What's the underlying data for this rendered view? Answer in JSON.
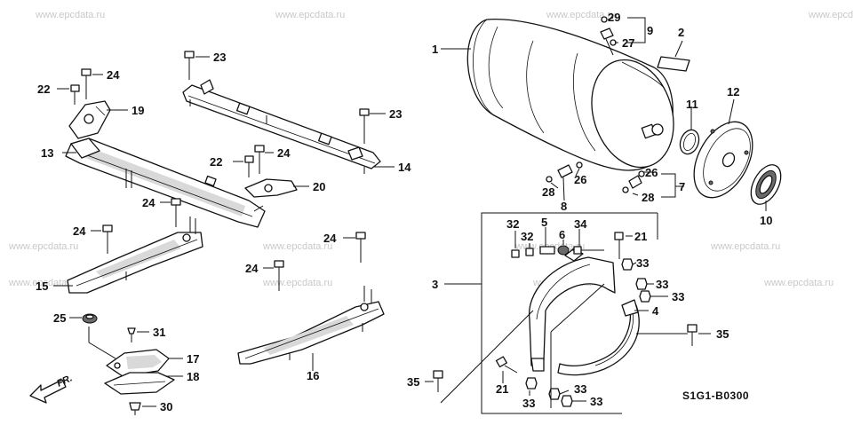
{
  "watermark": "www.epcdata.ru",
  "diagram_code": "S1G1-B0300",
  "direction_label": "FR.",
  "callouts": {
    "c1": "1",
    "c2": "2",
    "c3": "3",
    "c4": "4",
    "c5": "5",
    "c6": "6",
    "c7": "7",
    "c8": "8",
    "c9": "9",
    "c10": "10",
    "c11": "11",
    "c12": "12",
    "c13": "13",
    "c14": "14",
    "c15": "15",
    "c16": "16",
    "c17": "17",
    "c18": "18",
    "c19": "19",
    "c20": "20",
    "c21a": "21",
    "c21b": "21",
    "c22a": "22",
    "c22b": "22",
    "c23a": "23",
    "c23b": "23",
    "c24a": "24",
    "c24b": "24",
    "c24c": "24",
    "c24d": "24",
    "c24e": "24",
    "c24f": "24",
    "c25": "25",
    "c26a": "26",
    "c26b": "26",
    "c27": "27",
    "c28a": "28",
    "c28b": "28",
    "c29": "29",
    "c30": "30",
    "c31": "31",
    "c32a": "32",
    "c32b": "32",
    "c33a": "33",
    "c33b": "33",
    "c33c": "33",
    "c33d": "33",
    "c33e": "33",
    "c33f": "33",
    "c34": "34",
    "c35a": "35",
    "c35b": "35"
  }
}
